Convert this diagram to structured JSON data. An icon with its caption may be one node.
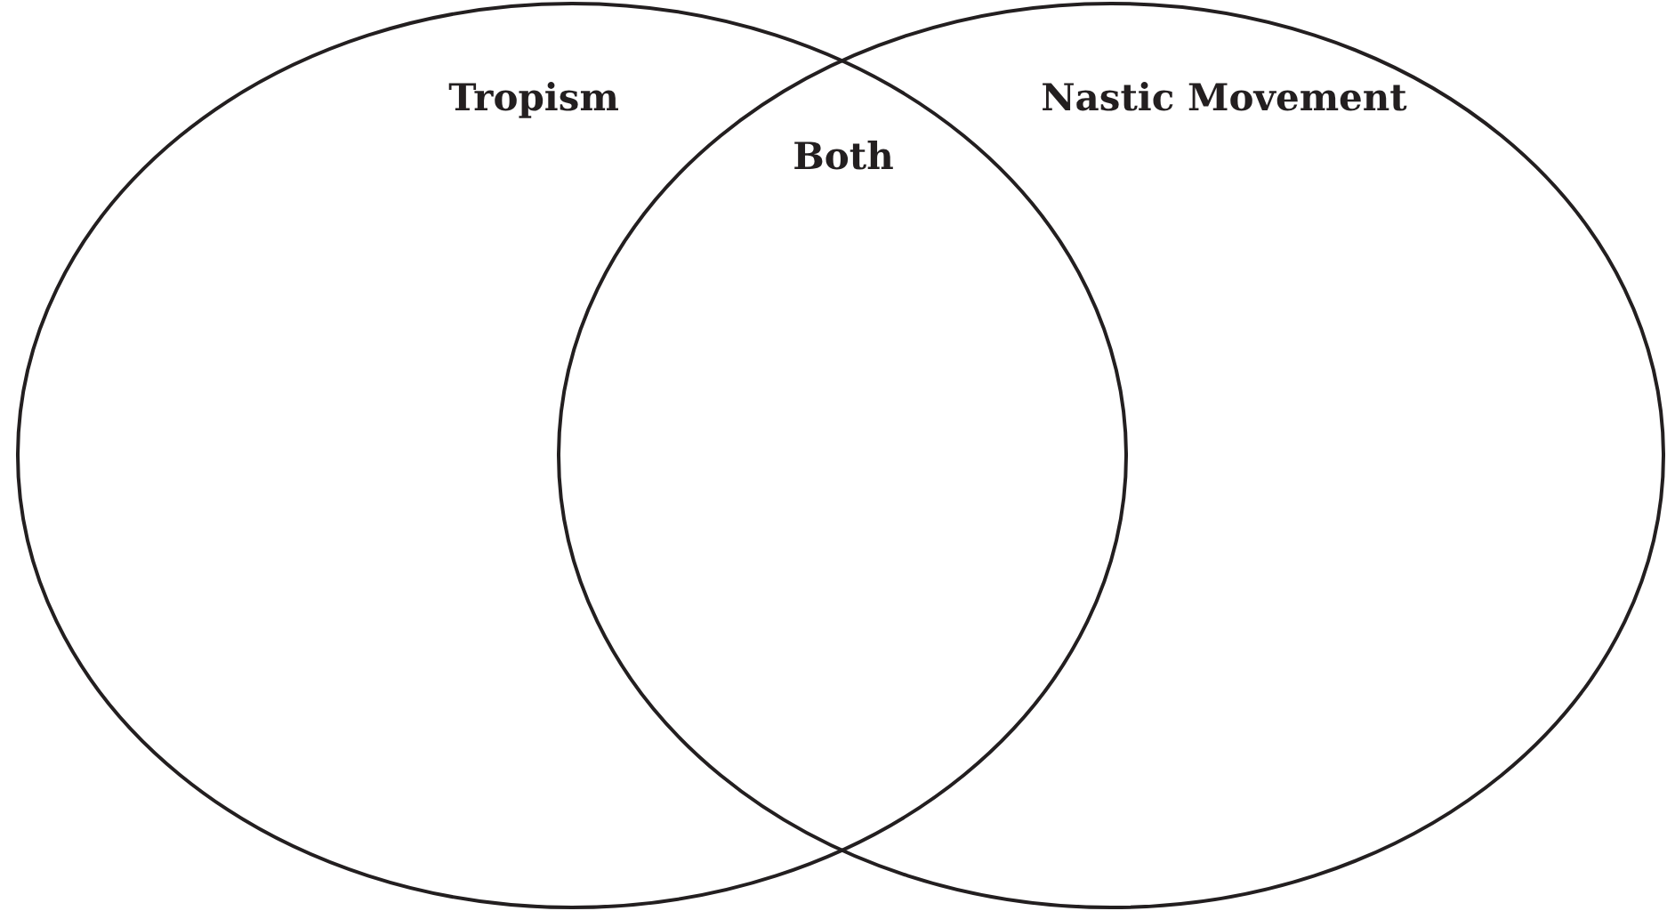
{
  "diagram": {
    "nodes": [
      {
        "text": [
          "Tropism"
        ]
      },
      {
        "text": [
          "Nastic Movement"
        ]
      }
    ],
    "labels": [
      "Both"
    ]
  }
}
